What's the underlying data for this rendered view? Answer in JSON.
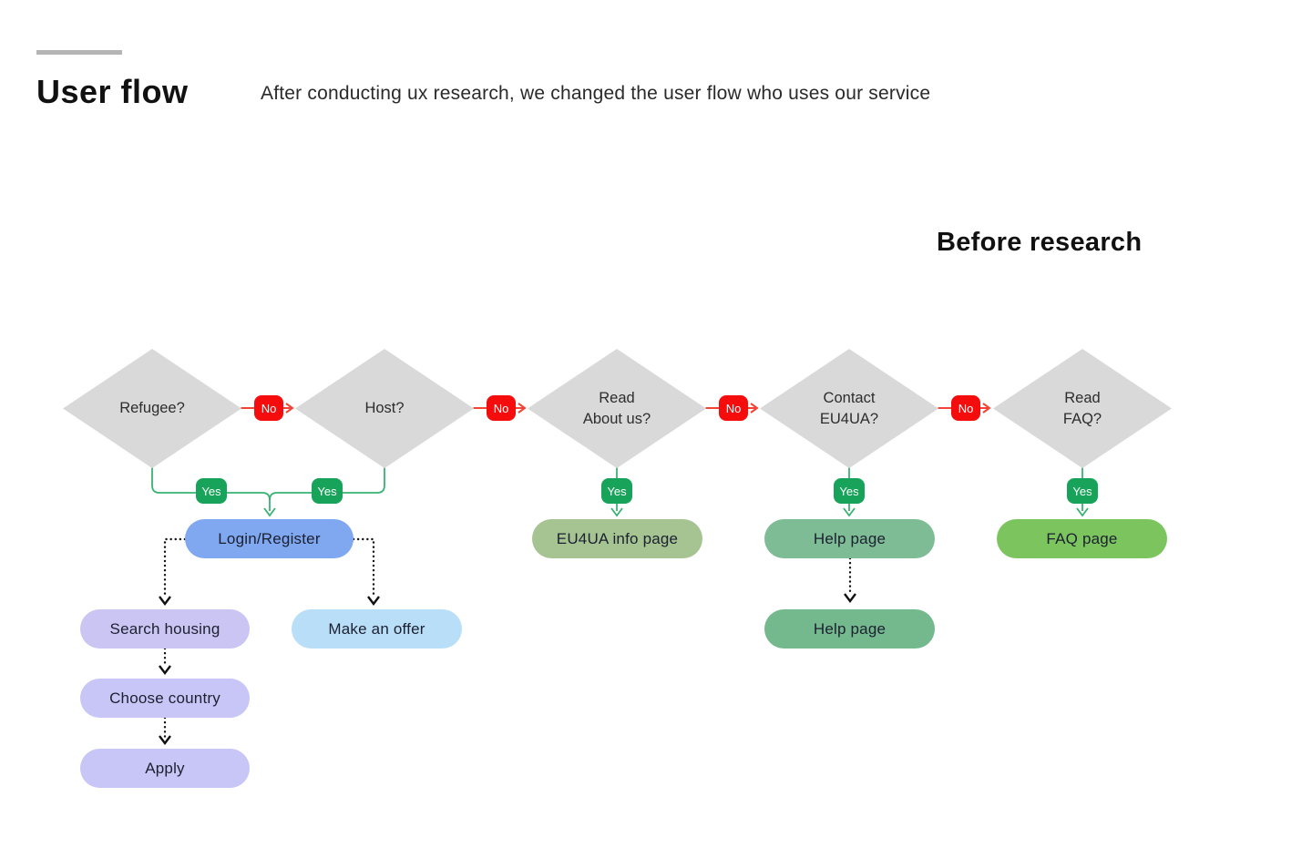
{
  "page": {
    "title": "User flow",
    "subtitle": "After conducting ux research, we changed the user flow who uses our service",
    "section_label": "Before research"
  },
  "colors": {
    "accent_bar": "#b5b5b5",
    "diamond_fill": "#d9d9d9",
    "no_badge": "#f50d0d",
    "yes_badge": "#17a45a",
    "red_line": "#f44336",
    "green_line": "#38b273",
    "login_pill": "#7fa8f0",
    "eu4ua_info_pill": "#a5c492",
    "help_pill": "#7dbc94",
    "help_pill_2": "#74b98e",
    "faq_pill": "#7cc55e",
    "search_housing_pill": "#cbc5f3",
    "make_offer_pill": "#b9dff8",
    "choose_country_pill": "#c7c6f6",
    "apply_pill": "#c7c6f6"
  },
  "flow": {
    "no_label": "No",
    "yes_label": "Yes",
    "decisions": [
      {
        "label": "Refugee?"
      },
      {
        "label": "Host?"
      },
      {
        "label": "Read\nAbout us?"
      },
      {
        "label": "Contact\nEU4UA?"
      },
      {
        "label": "Read\nFAQ?"
      }
    ],
    "nodes": {
      "login": "Login/Register",
      "eu4ua_info": "EU4UA info page",
      "help1": "Help page",
      "help2": "Help page",
      "faq": "FAQ page",
      "search_housing": "Search housing",
      "make_offer": "Make an offer",
      "choose_country": "Choose country",
      "apply": "Apply"
    }
  }
}
